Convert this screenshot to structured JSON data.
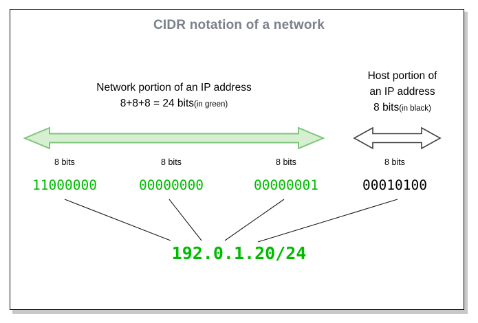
{
  "diagram": {
    "title": "CIDR notation of a network",
    "title_color": "#7b818a",
    "network_section": {
      "line1": "Network portion of an IP address",
      "line2_main": "8+8+8 = 24 bits",
      "line2_note": "(in green)",
      "arrow_fill": "#d6efd0",
      "arrow_stroke": "#7dc47d"
    },
    "host_section": {
      "line1": "Host portion of",
      "line2": "an IP address",
      "line3_main": "8 bits",
      "line3_note": "(in black)",
      "arrow_fill": "#ffffff",
      "arrow_stroke": "#404040"
    },
    "octets": [
      {
        "bits_label": "8 bits",
        "value": "11000000",
        "color": "#00bb00",
        "part": "network"
      },
      {
        "bits_label": "8 bits",
        "value": "00000000",
        "color": "#00bb00",
        "part": "network"
      },
      {
        "bits_label": "8 bits",
        "value": "00000001",
        "color": "#00bb00",
        "part": "network"
      },
      {
        "bits_label": "8 bits",
        "value": "00010100",
        "color": "#000000",
        "part": "host"
      }
    ],
    "result": "192.0.1.20/24",
    "result_color": "#00bb00",
    "frame_border_color": "#000000",
    "background": "#ffffff"
  }
}
